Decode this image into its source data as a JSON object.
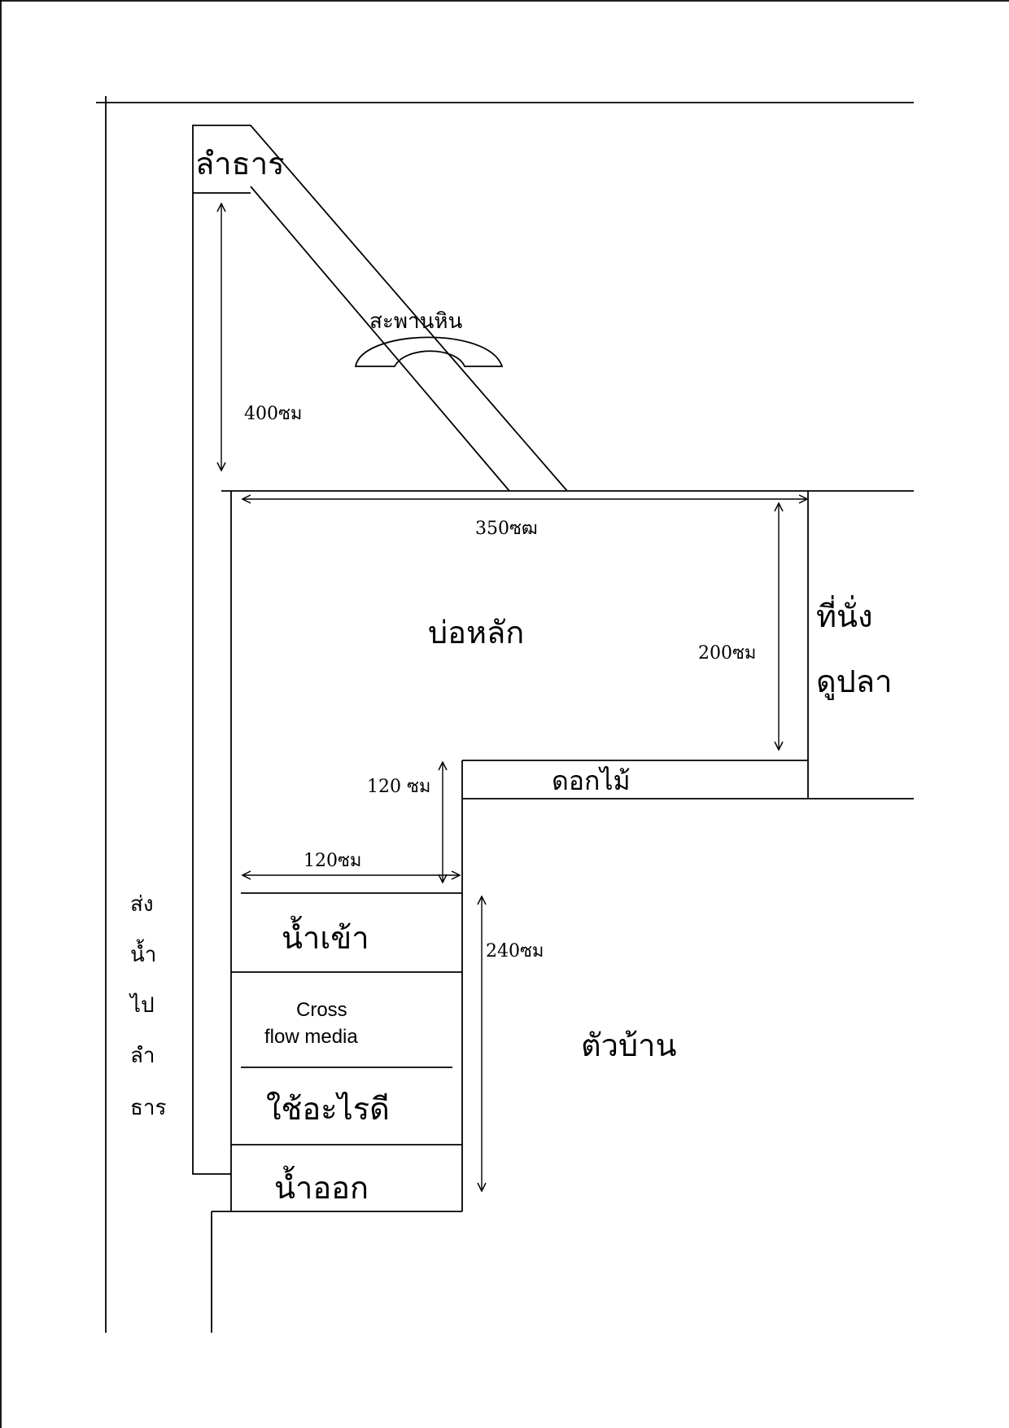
{
  "diagram": {
    "title": "Pond layout plan",
    "colors": {
      "line": "#000000",
      "background": "#ffffff"
    },
    "labels": {
      "stream": "ลำธาร",
      "stone_bridge": "สะพานหิน",
      "main_pond": "บ่อหลัก",
      "fish_seat_line1": "ที่นั่ง",
      "fish_seat_line2": "ดูปลา",
      "flowers": "ดอกไม้",
      "water_in": "น้ำเข้า",
      "cross_flow_line1": "Cross",
      "cross_flow_line2": "flow media",
      "what_to_use": "ใช้อะไรดี",
      "water_out": "น้ำออก",
      "house": "ตัวบ้าน",
      "send_water_to_stream": [
        "ส่ง",
        "น้ำ",
        "ไป",
        "ลำ",
        "ธาร"
      ]
    },
    "dimensions": {
      "stream_to_pond": "400ซม",
      "pond_width": "350ซฒ",
      "pond_depth": "200ซม",
      "step_height": "120 ซม",
      "filter_width": "120ซม",
      "filter_length": "240ซม"
    }
  }
}
